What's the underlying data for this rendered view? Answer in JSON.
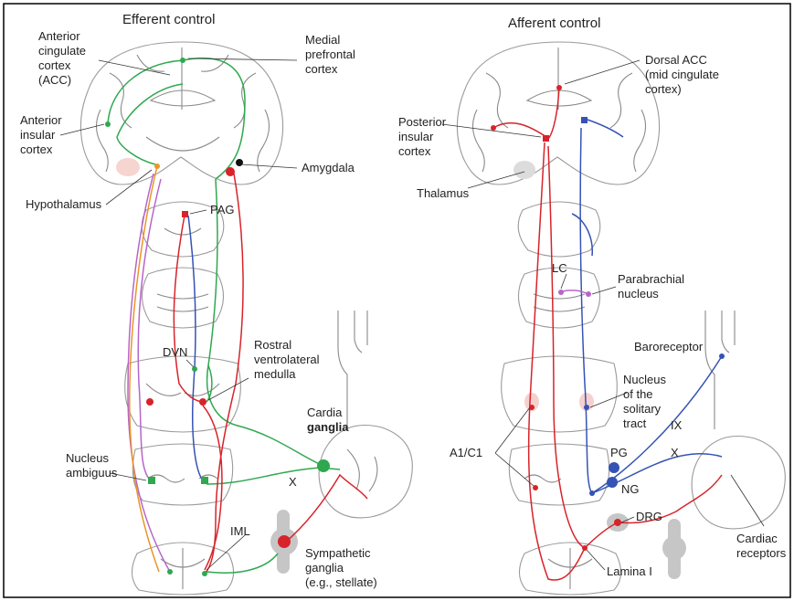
{
  "efferent": {
    "title": "Efferent control",
    "labels": {
      "acc_1": "Anterior",
      "acc_2": "cingulate",
      "acc_3": "cortex",
      "acc_4": "(ACC)",
      "mpfc_1": "Medial",
      "mpfc_2": "prefrontal",
      "mpfc_3": "cortex",
      "insula_1": "Anterior",
      "insula_2": "insular",
      "insula_3": "cortex",
      "amygdala": "Amygdala",
      "hypothalamus": "Hypothalamus",
      "pag": "PAG",
      "dvn": "DVN",
      "rvlm_1": "Rostral",
      "rvlm_2": "ventrolateral",
      "rvlm_3": "medulla",
      "cardiac_1": "Cardia",
      "cardiac_2": "ganglia",
      "na_1": "Nucleus",
      "na_2": "ambiguus",
      "x": "X",
      "iml": "IML",
      "symp_1": "Sympathetic",
      "symp_2": "ganglia",
      "symp_3": "(e.g., stellate)"
    }
  },
  "afferent": {
    "title": "Afferent control",
    "labels": {
      "dacc_1": "Dorsal ACC",
      "dacc_2": "(mid cingulate",
      "dacc_3": "cortex)",
      "pic_1": "Posterior",
      "pic_2": "insular",
      "pic_3": "cortex",
      "thalamus": "Thalamus",
      "lc": "LC",
      "pb_1": "Parabrachial",
      "pb_2": "nucleus",
      "baro": "Baroreceptor",
      "nts_1": "Nucleus",
      "nts_2": "of the",
      "nts_3": "solitary",
      "nts_4": "tract",
      "ix": "IX",
      "a1c1": "A1/C1",
      "pg": "PG",
      "x": "X",
      "ng": "NG",
      "drg": "DRG",
      "lamina": "Lamina I",
      "cr_1": "Cardiac",
      "cr_2": "receptors"
    }
  },
  "colors": {
    "green": "#2fa84f",
    "red": "#d8232a",
    "blue": "#3552b5",
    "violet": "#b765c9",
    "orange": "#e8952a",
    "ganglion_gray": "#c6c6c6"
  }
}
